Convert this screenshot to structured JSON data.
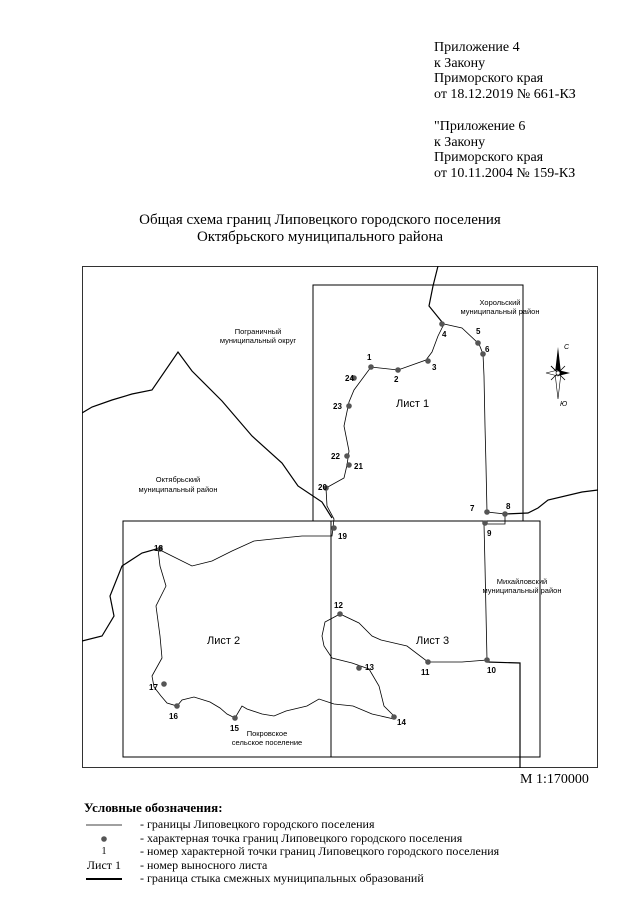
{
  "header": {
    "lines": [
      "Приложение 4",
      "к Закону",
      "Приморского края",
      "от 18.12.2019 № 661-КЗ",
      "",
      "\"Приложение 6",
      "к Закону",
      "Приморского края",
      "от 10.11.2004 № 159-КЗ"
    ]
  },
  "title": {
    "line1": "Общая схема границ Липовецкого городского поселения",
    "line2": "Октябрьского муниципального района"
  },
  "map": {
    "region_labels": {
      "pogranichny_1": "Пограничный",
      "pogranichny_2": "муниципальный округ",
      "khorolsky_1": "Хорольский",
      "khorolsky_2": "муниципальный район",
      "oktyabrsky_1": "Октябрьский",
      "oktyabrsky_2": "муниципальный район",
      "mikhailovsky_1": "Михайловский",
      "mikhailovsky_2": "муниципальный район",
      "pokrovskoe_1": "Покровское",
      "pokrovskoe_2": "сельское поселение"
    },
    "sheets": {
      "sheet1": "Лист 1",
      "sheet2": "Лист 2",
      "sheet3": "Лист 3"
    },
    "points": [
      "1",
      "2",
      "3",
      "4",
      "5",
      "6",
      "7",
      "8",
      "9",
      "10",
      "11",
      "12",
      "13",
      "14",
      "15",
      "16",
      "17",
      "18",
      "19",
      "20",
      "21",
      "22",
      "23",
      "24"
    ],
    "compass": {
      "north": "С",
      "south": "Ю"
    }
  },
  "scale": "М 1:170000",
  "legend": {
    "title": "Условные обозначения:",
    "items": [
      {
        "symbol": "",
        "text": "- границы Липовецкого городского поселения"
      },
      {
        "symbol": "",
        "text": "- характерная точка границ Липовецкого городского поселения"
      },
      {
        "symbol": "1",
        "text": "- номер характерной точки границ Липовецкого городского поселения"
      },
      {
        "symbol": "Лист 1",
        "text": "- номер выносного листа"
      },
      {
        "symbol": "",
        "text": "- граница стыка смежных муниципальных образований"
      }
    ]
  }
}
